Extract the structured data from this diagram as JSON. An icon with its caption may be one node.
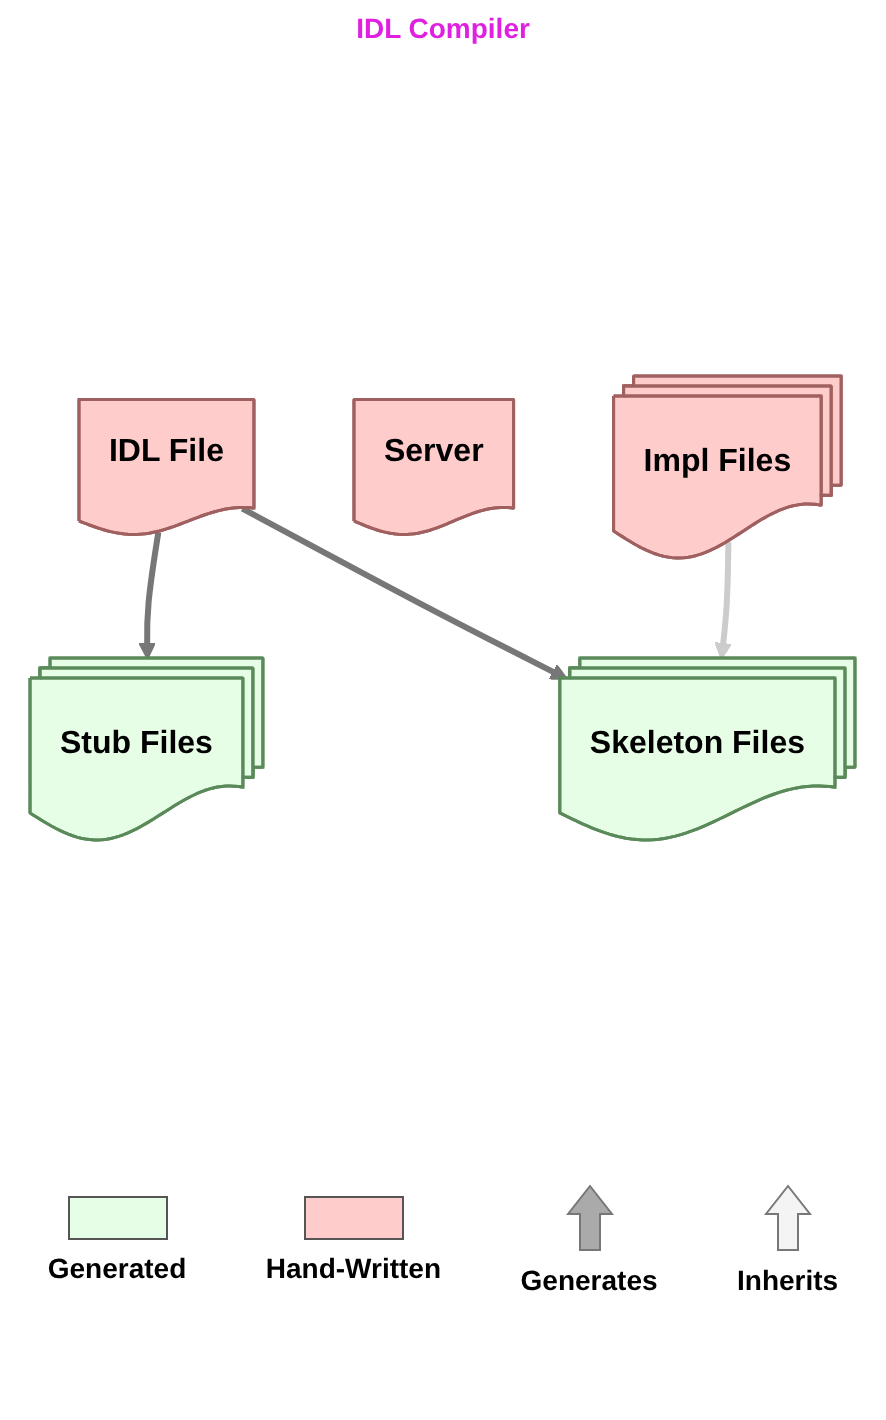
{
  "diagram": {
    "nodes": [
      {
        "text": [
          "IDL File"
        ]
      },
      {
        "text": [
          "Stub Files"
        ]
      },
      {
        "text": [
          "Skeleton Files"
        ]
      },
      {
        "text": [
          "Server"
        ]
      },
      {
        "text": [
          "Impl Files"
        ]
      }
    ],
    "edges": [
      {
        "from": 0,
        "to": 1,
        "arrow": "to"
      },
      {
        "from": 0,
        "to": 2,
        "arrow": "to"
      },
      {
        "from": 4,
        "to": 2,
        "arrow": "to",
        "color": "#cccccc"
      }
    ],
    "labels": [
      "IDL Compiler"
    ],
    "legend": [
      {
        "text": "Generated",
        "color": "#e6fde6"
      },
      {
        "text": "Hand-Written",
        "color": "#ffcccc"
      },
      {
        "text": "Generates"
      },
      {
        "text": "Inherits"
      }
    ]
  }
}
